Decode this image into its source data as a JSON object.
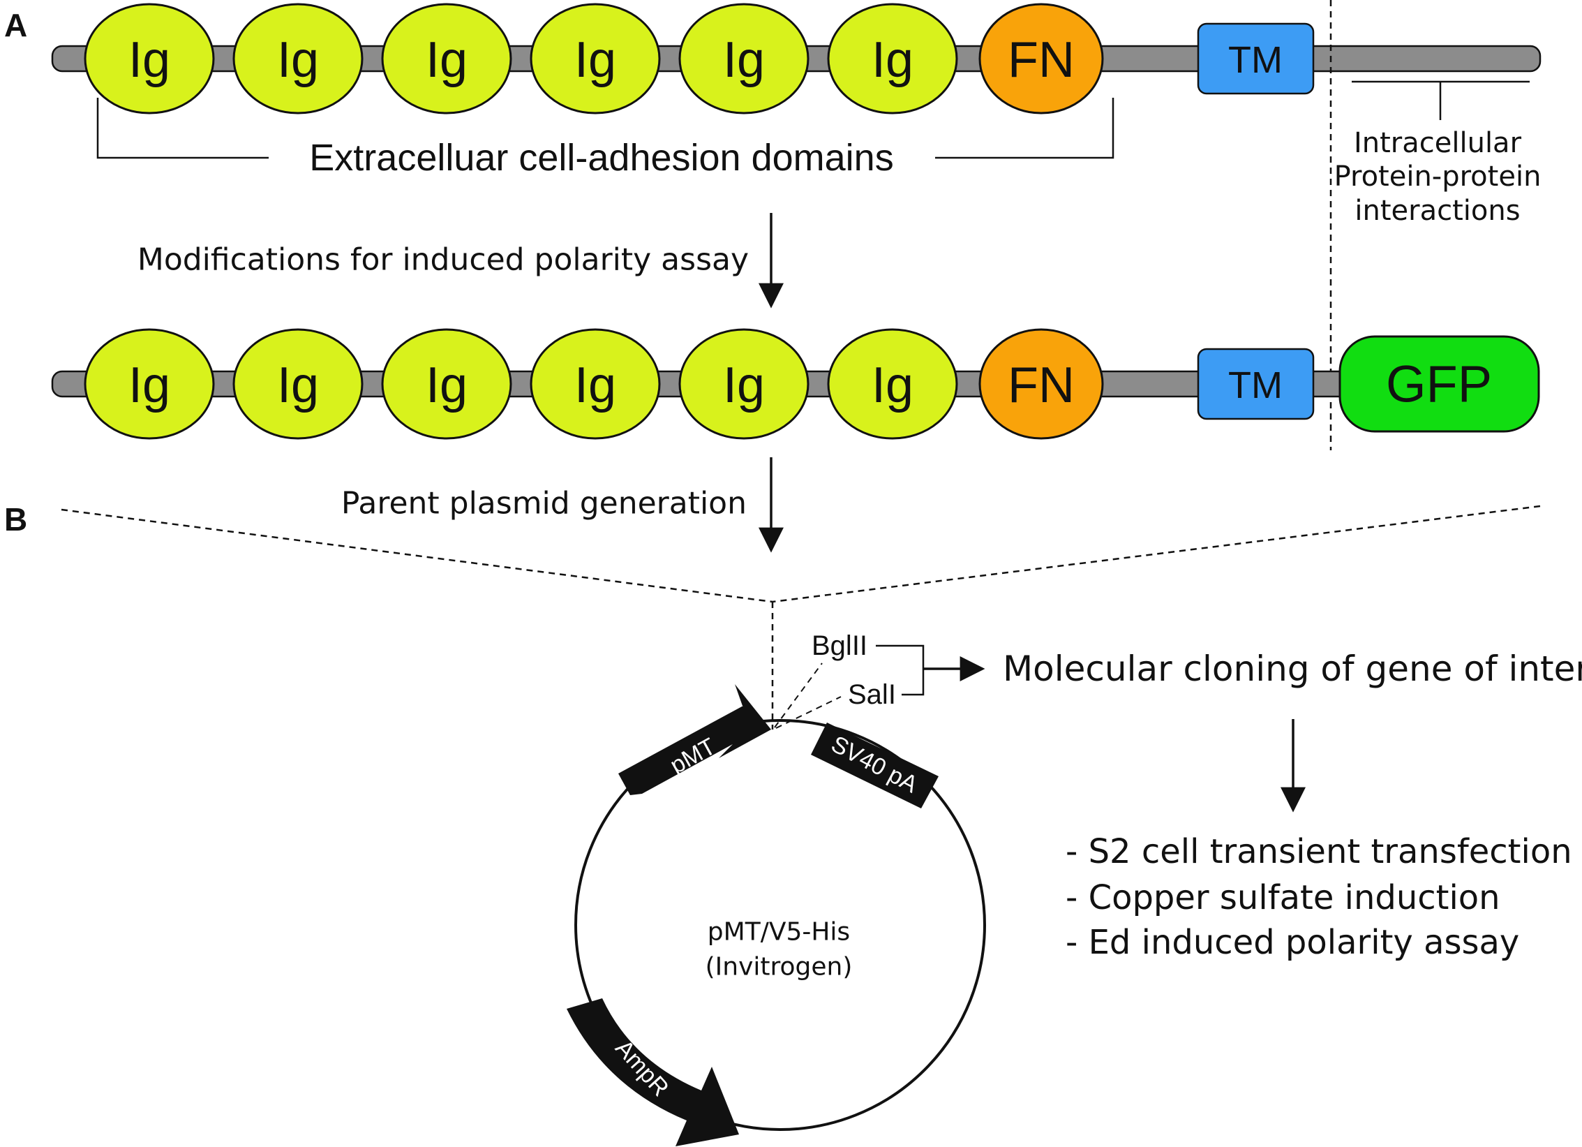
{
  "panels": {
    "a": "A",
    "b": "B"
  },
  "construct_top": {
    "domains": [
      "Ig",
      "Ig",
      "Ig",
      "Ig",
      "Ig",
      "Ig",
      "FN"
    ],
    "tm": "TM"
  },
  "construct_bottom": {
    "domains": [
      "Ig",
      "Ig",
      "Ig",
      "Ig",
      "Ig",
      "Ig",
      "FN"
    ],
    "tm": "TM",
    "tag": "GFP"
  },
  "labels": {
    "extracellular": "Extracelluar cell-adhesion domains",
    "intracellular": [
      "Intracellular",
      "Protein-protein",
      "interactions"
    ],
    "step1": "Modifications for induced polarity assay",
    "step2": "Parent plasmid generation"
  },
  "plasmid": {
    "name": [
      "pMT/V5-His",
      "(Invitrogen)"
    ],
    "features": [
      "pMT",
      "SV40 pA",
      "AmpR"
    ],
    "sites": [
      "BglII",
      "SalI"
    ],
    "cloning": "Molecular cloning of gene of interest",
    "steps": [
      "- S2 cell transient transfection",
      "- Copper sulfate induction",
      "- Ed induced polarity assay"
    ]
  },
  "colors": {
    "ig": "#d8f21c",
    "fn": "#f9a30a",
    "tm": "#3d9cf4",
    "gfp": "#11dd11",
    "backbone": "#8c8c8c"
  }
}
